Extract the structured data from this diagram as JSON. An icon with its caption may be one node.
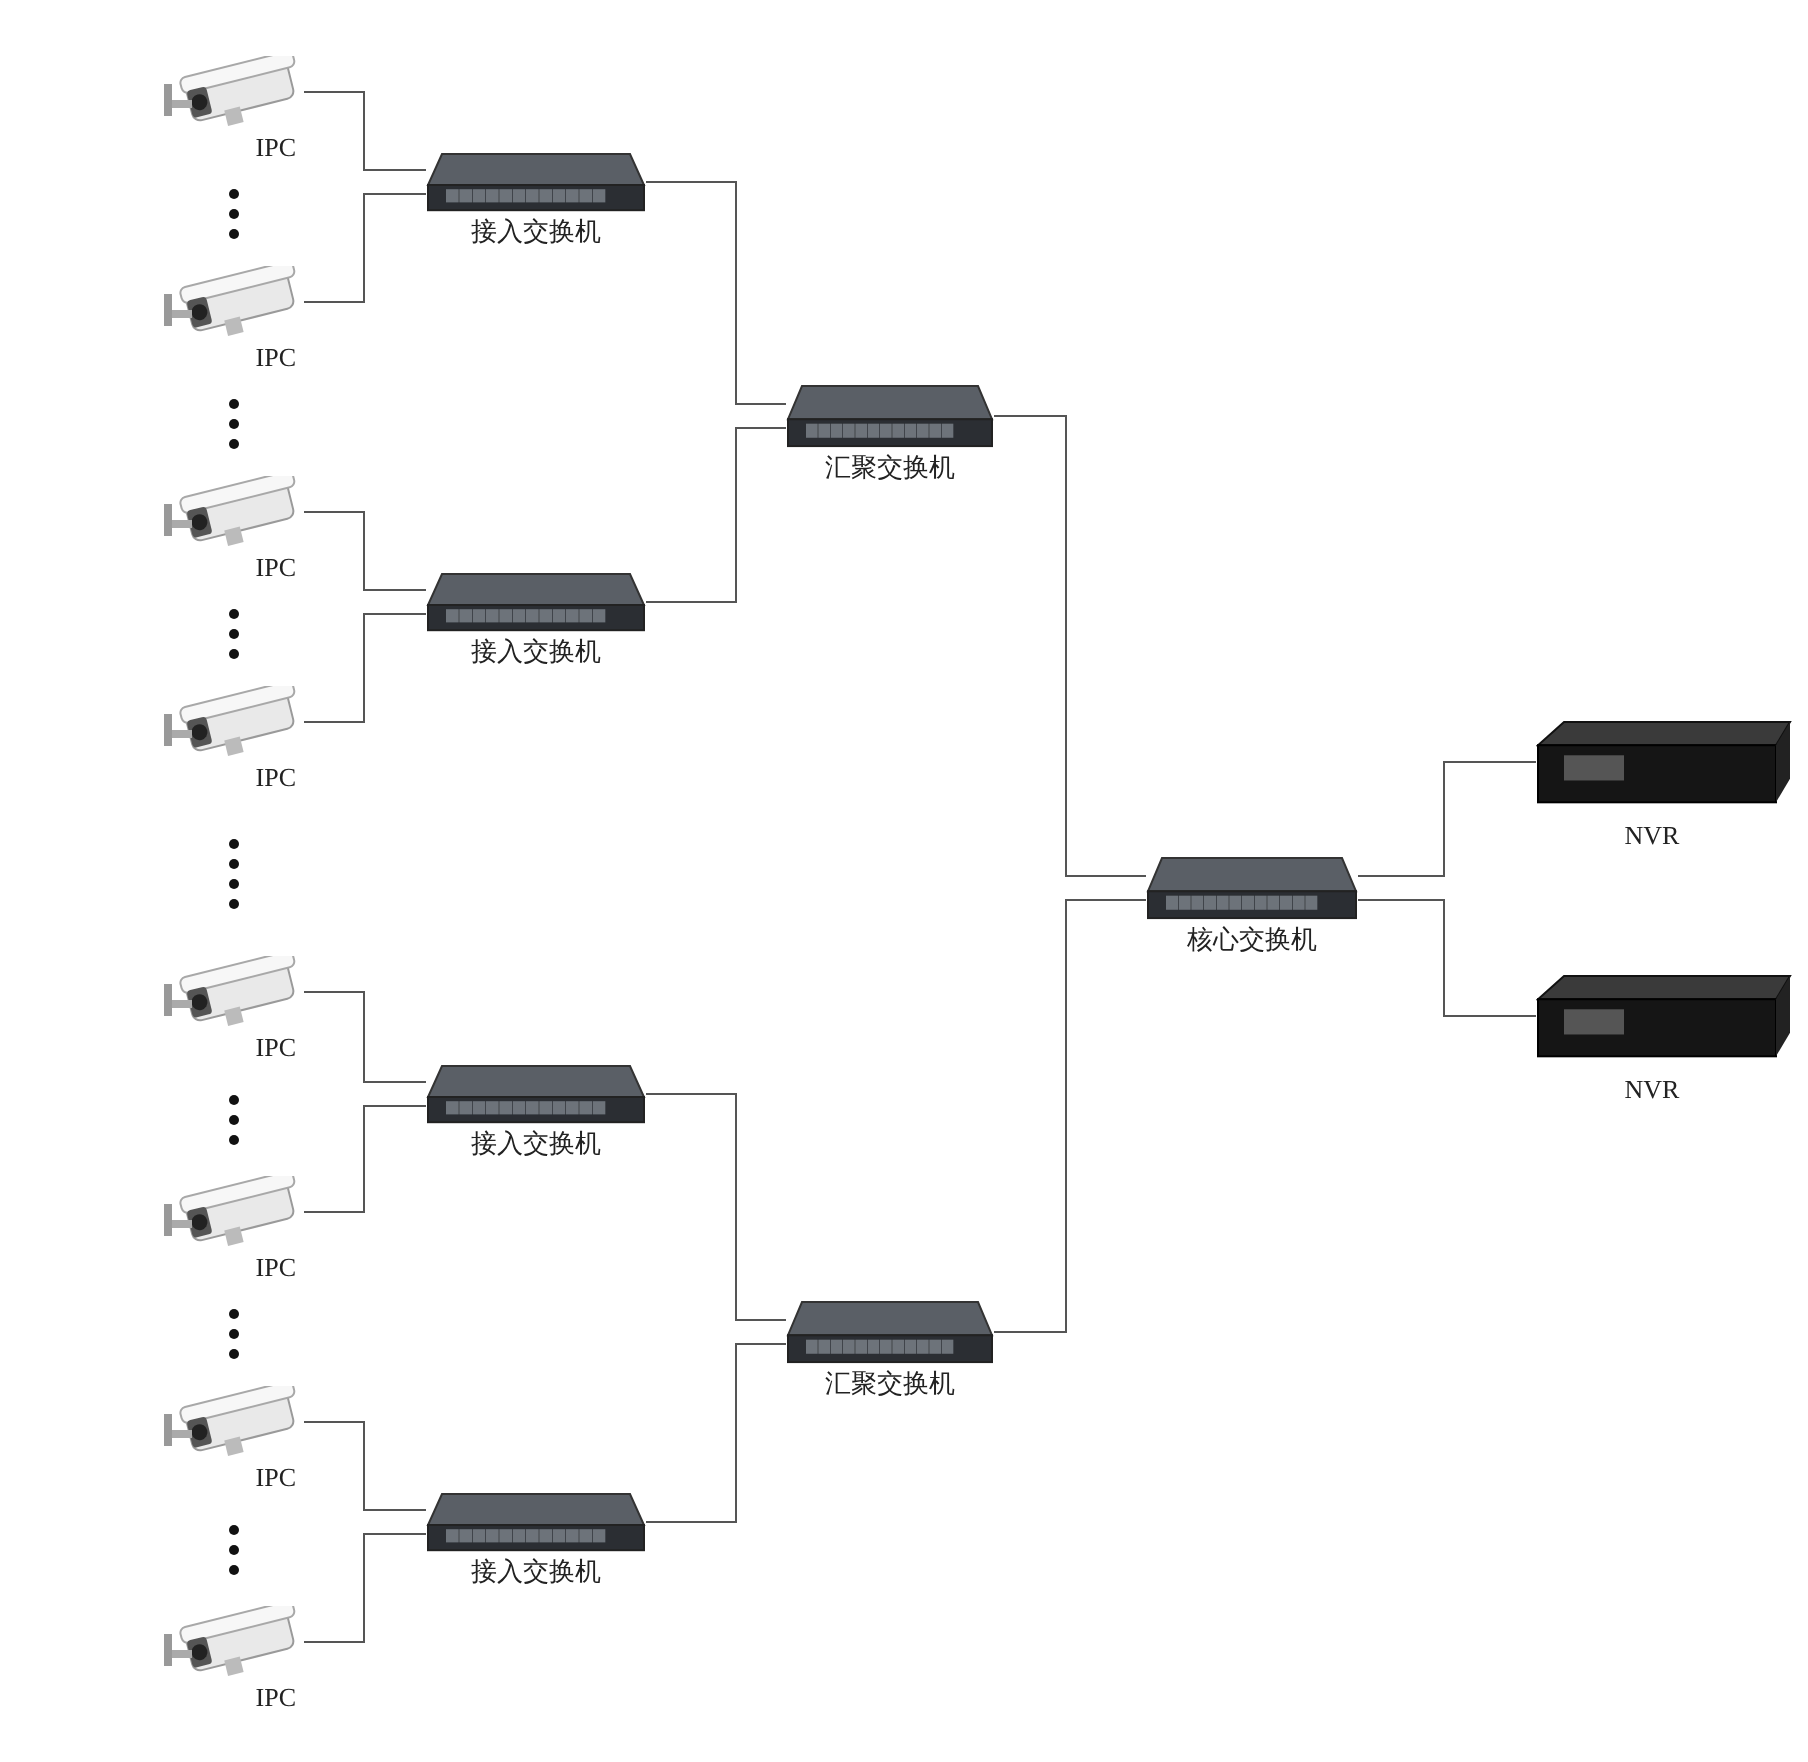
{
  "diagram": {
    "nodes": [
      {
        "text": [
          "IPC"
        ]
      },
      {
        "text": [
          "IPC"
        ]
      },
      {
        "text": [
          "IPC"
        ]
      },
      {
        "text": [
          "IPC"
        ]
      },
      {
        "text": [
          "IPC"
        ]
      },
      {
        "text": [
          "IPC"
        ]
      },
      {
        "text": [
          "IPC"
        ]
      },
      {
        "text": [
          "IPC"
        ]
      },
      {
        "text": [
          "接入交换机"
        ]
      },
      {
        "text": [
          "接入交换机"
        ]
      },
      {
        "text": [
          "接入交换机"
        ]
      },
      {
        "text": [
          "接入交换机"
        ]
      },
      {
        "text": [
          "汇聚交换机"
        ]
      },
      {
        "text": [
          "汇聚交换机"
        ]
      },
      {
        "text": [
          "核心交换机"
        ]
      },
      {
        "text": [
          "NVR"
        ]
      },
      {
        "text": [
          "NVR"
        ]
      }
    ],
    "edges": [
      {
        "from": 0,
        "to": 8,
        "arrow": "none"
      },
      {
        "from": 1,
        "to": 8,
        "arrow": "none"
      },
      {
        "from": 2,
        "to": 9,
        "arrow": "none"
      },
      {
        "from": 3,
        "to": 9,
        "arrow": "none"
      },
      {
        "from": 4,
        "to": 10,
        "arrow": "none"
      },
      {
        "from": 5,
        "to": 10,
        "arrow": "none"
      },
      {
        "from": 6,
        "to": 11,
        "arrow": "none"
      },
      {
        "from": 7,
        "to": 11,
        "arrow": "none"
      },
      {
        "from": 8,
        "to": 12,
        "arrow": "none"
      },
      {
        "from": 9,
        "to": 12,
        "arrow": "none"
      },
      {
        "from": 10,
        "to": 13,
        "arrow": "none"
      },
      {
        "from": 11,
        "to": 13,
        "arrow": "none"
      },
      {
        "from": 12,
        "to": 14,
        "arrow": "none"
      },
      {
        "from": 13,
        "to": 14,
        "arrow": "none"
      },
      {
        "from": 14,
        "to": 15,
        "arrow": "none"
      },
      {
        "from": 14,
        "to": 16,
        "arrow": "none"
      }
    ]
  }
}
